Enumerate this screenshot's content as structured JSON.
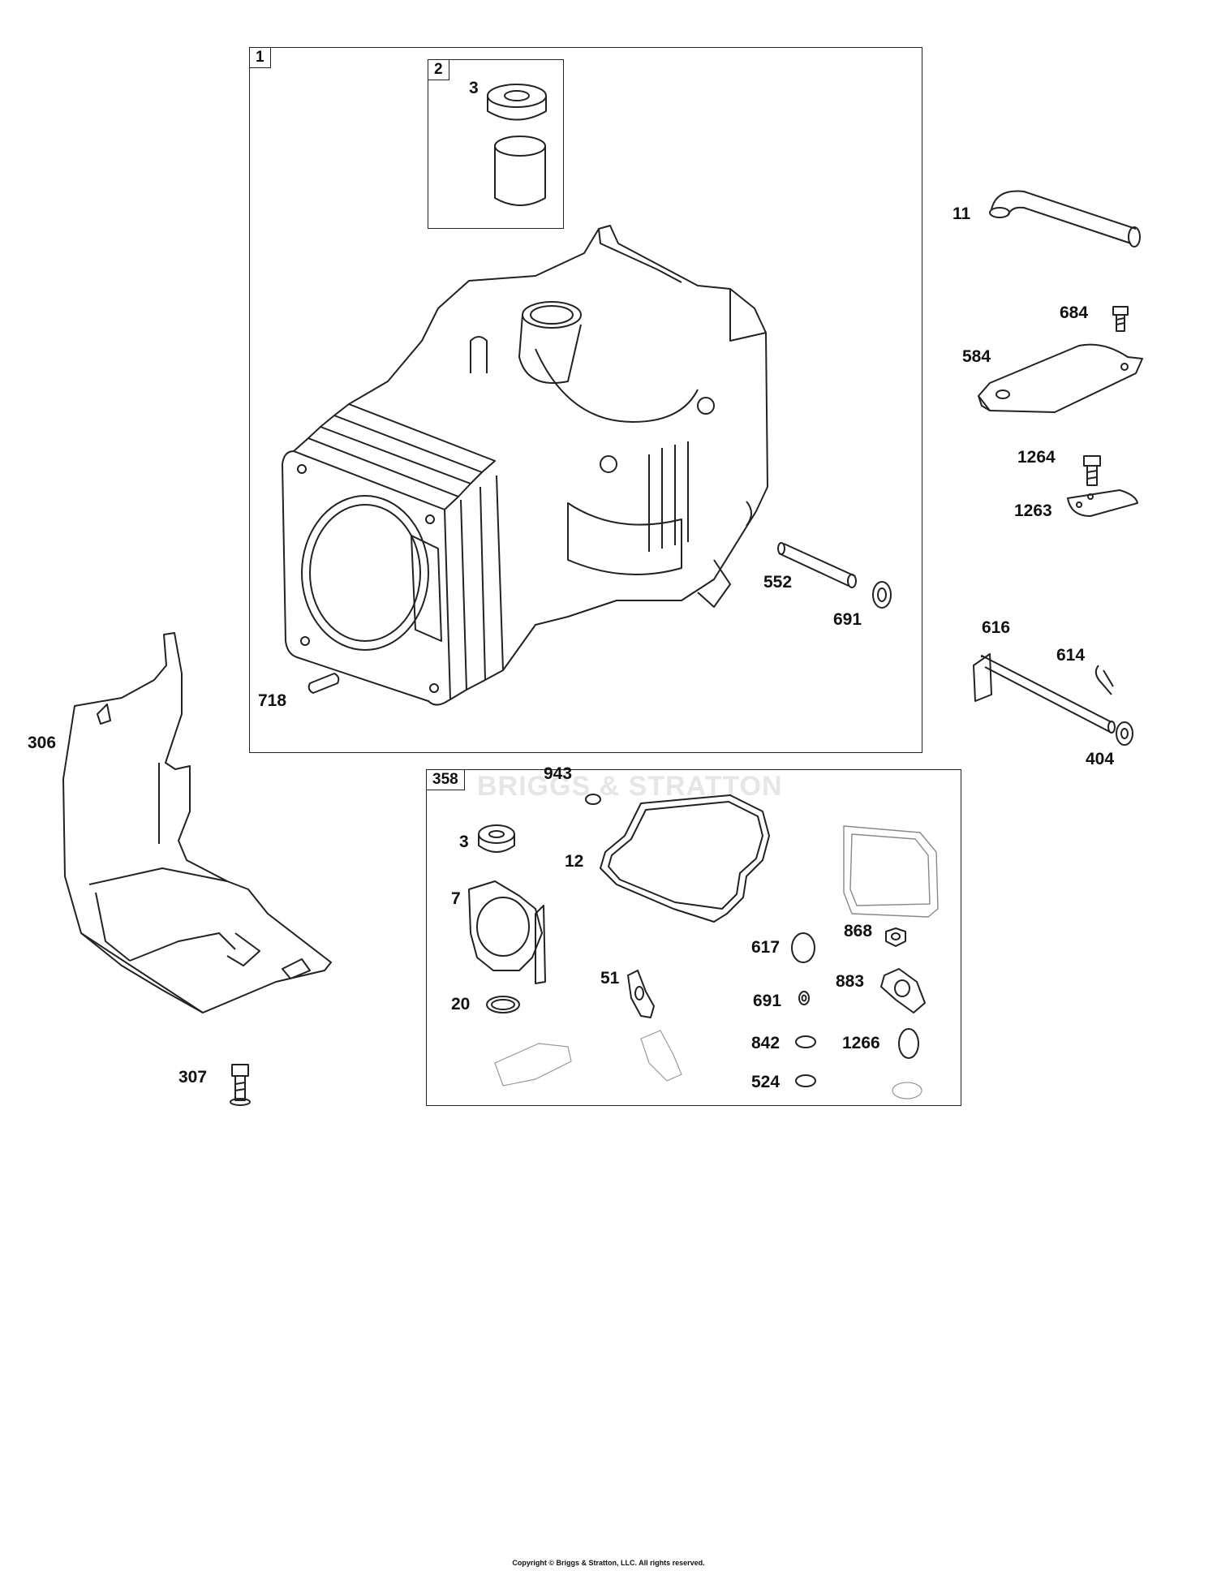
{
  "groups": [
    {
      "id": "g1",
      "tag": "1"
    },
    {
      "id": "g2",
      "tag": "2"
    },
    {
      "id": "g358",
      "tag": "358"
    }
  ],
  "callouts": {
    "p3_top": "3",
    "p11": "11",
    "p684": "684",
    "p584": "584",
    "p1264": "1264",
    "p1263": "1263",
    "p552": "552",
    "p691_top": "691",
    "p616": "616",
    "p614": "614",
    "p404": "404",
    "p718": "718",
    "p306": "306",
    "p307": "307",
    "p943": "943",
    "p3_kit": "3",
    "p12": "12",
    "p7": "7",
    "p617": "617",
    "p868": "868",
    "p51": "51",
    "p691_kit": "691",
    "p883": "883",
    "p20": "20",
    "p842": "842",
    "p1266": "1266",
    "p524": "524"
  },
  "watermark": "BRIGGS & STRATTON",
  "footer": "Copyright © Briggs & Stratton, LLC. All rights reserved."
}
